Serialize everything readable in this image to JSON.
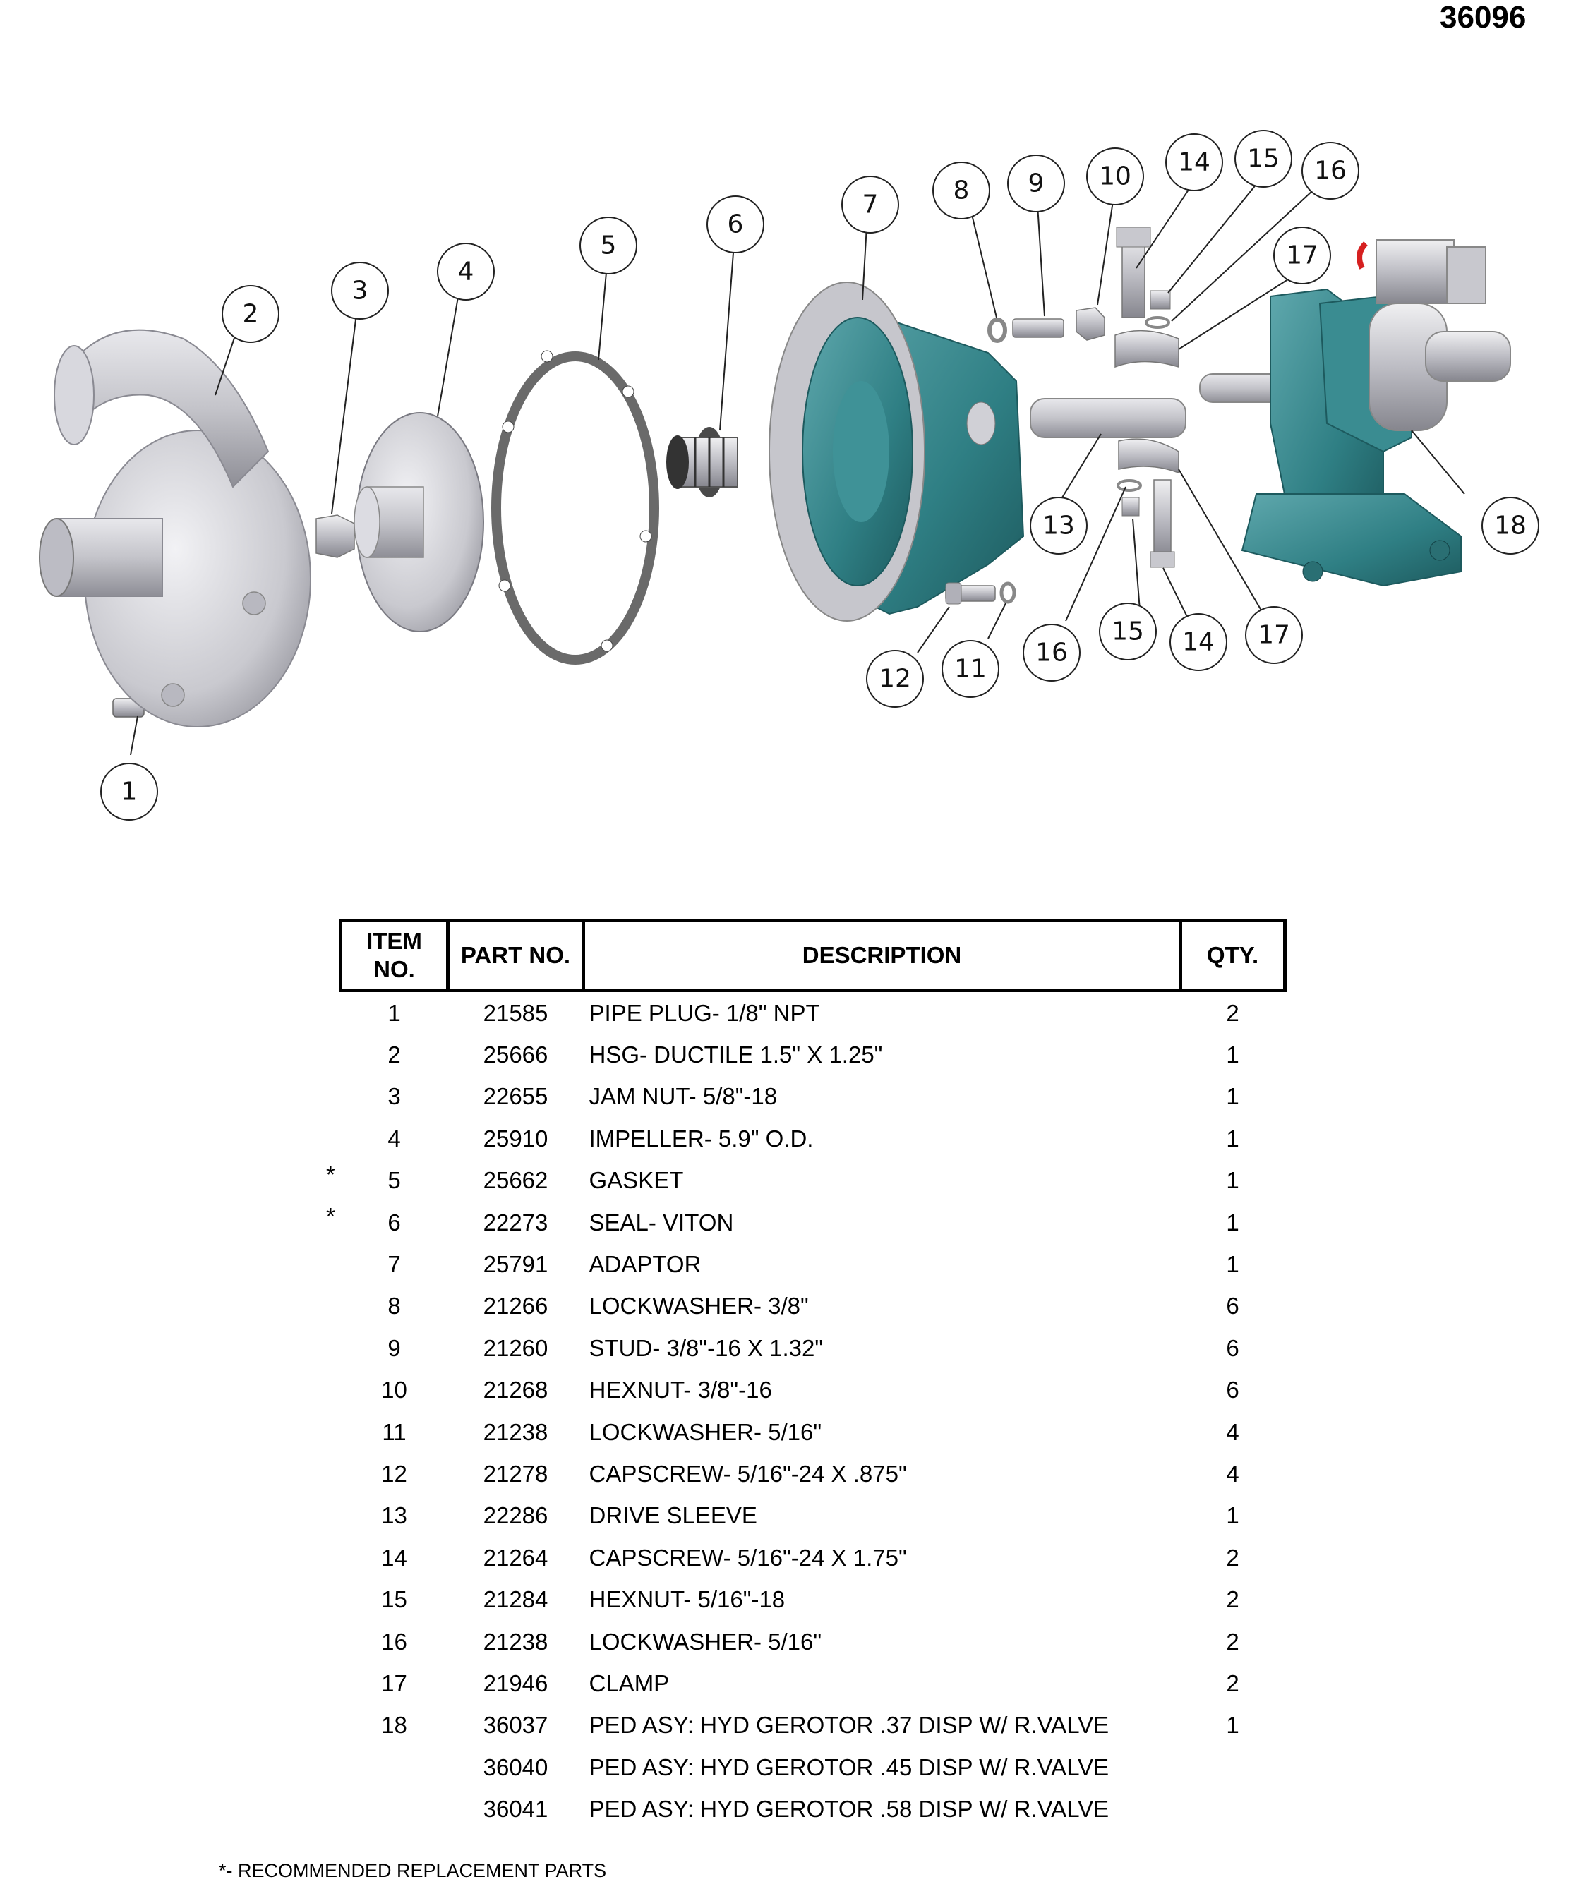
{
  "drawing_number": "36096",
  "callouts": [
    "1",
    "2",
    "3",
    "4",
    "5",
    "6",
    "7",
    "8",
    "9",
    "10",
    "11",
    "12",
    "13",
    "14",
    "15",
    "16",
    "17",
    "18"
  ],
  "colors": {
    "housing_gray": "#c9c9cf",
    "teal": "#2f7f84",
    "gasket": "#707070"
  },
  "table": {
    "headers": {
      "item": "ITEM NO.",
      "part": "PART NO.",
      "desc": "DESCRIPTION",
      "qty": "QTY."
    },
    "rows": [
      {
        "item": "1",
        "part": "21585",
        "desc": "PIPE PLUG- 1/8\" NPT",
        "qty": "2",
        "star": ""
      },
      {
        "item": "2",
        "part": "25666",
        "desc": "HSG- DUCTILE 1.5\" X 1.25\"",
        "qty": "1",
        "star": ""
      },
      {
        "item": "3",
        "part": "22655",
        "desc": "JAM NUT- 5/8\"-18",
        "qty": "1",
        "star": ""
      },
      {
        "item": "4",
        "part": "25910",
        "desc": "IMPELLER- 5.9\" O.D.",
        "qty": "1",
        "star": ""
      },
      {
        "item": "5",
        "part": "25662",
        "desc": "GASKET",
        "qty": "1",
        "star": "*"
      },
      {
        "item": "6",
        "part": "22273",
        "desc": "SEAL- VITON",
        "qty": "1",
        "star": "*"
      },
      {
        "item": "7",
        "part": "25791",
        "desc": "ADAPTOR",
        "qty": "1",
        "star": ""
      },
      {
        "item": "8",
        "part": "21266",
        "desc": "LOCKWASHER- 3/8\"",
        "qty": "6",
        "star": ""
      },
      {
        "item": "9",
        "part": "21260",
        "desc": "STUD- 3/8\"-16 X 1.32\"",
        "qty": "6",
        "star": ""
      },
      {
        "item": "10",
        "part": "21268",
        "desc": "HEXNUT- 3/8\"-16",
        "qty": "6",
        "star": ""
      },
      {
        "item": "11",
        "part": "21238",
        "desc": "LOCKWASHER- 5/16\"",
        "qty": "4",
        "star": ""
      },
      {
        "item": "12",
        "part": "21278",
        "desc": "CAPSCREW- 5/16\"-24 X .875\"",
        "qty": "4",
        "star": ""
      },
      {
        "item": "13",
        "part": "22286",
        "desc": "DRIVE SLEEVE",
        "qty": "1",
        "star": ""
      },
      {
        "item": "14",
        "part": "21264",
        "desc": "CAPSCREW- 5/16\"-24 X 1.75\"",
        "qty": "2",
        "star": ""
      },
      {
        "item": "15",
        "part": "21284",
        "desc": "HEXNUT- 5/16\"-18",
        "qty": "2",
        "star": ""
      },
      {
        "item": "16",
        "part": "21238",
        "desc": "LOCKWASHER- 5/16\"",
        "qty": "2",
        "star": ""
      },
      {
        "item": "17",
        "part": "21946",
        "desc": "CLAMP",
        "qty": "2",
        "star": ""
      },
      {
        "item": "18",
        "part": "36037",
        "desc": "PED ASY: HYD GEROTOR .37 DISP W/ R.VALVE",
        "qty": "1",
        "star": ""
      },
      {
        "item": "",
        "part": "36040",
        "desc": "PED ASY: HYD GEROTOR .45 DISP W/ R.VALVE",
        "qty": "",
        "star": ""
      },
      {
        "item": "",
        "part": "36041",
        "desc": "PED ASY: HYD GEROTOR .58 DISP W/ R.VALVE",
        "qty": "",
        "star": ""
      }
    ]
  },
  "footnote": "*- RECOMMENDED REPLACEMENT PARTS"
}
